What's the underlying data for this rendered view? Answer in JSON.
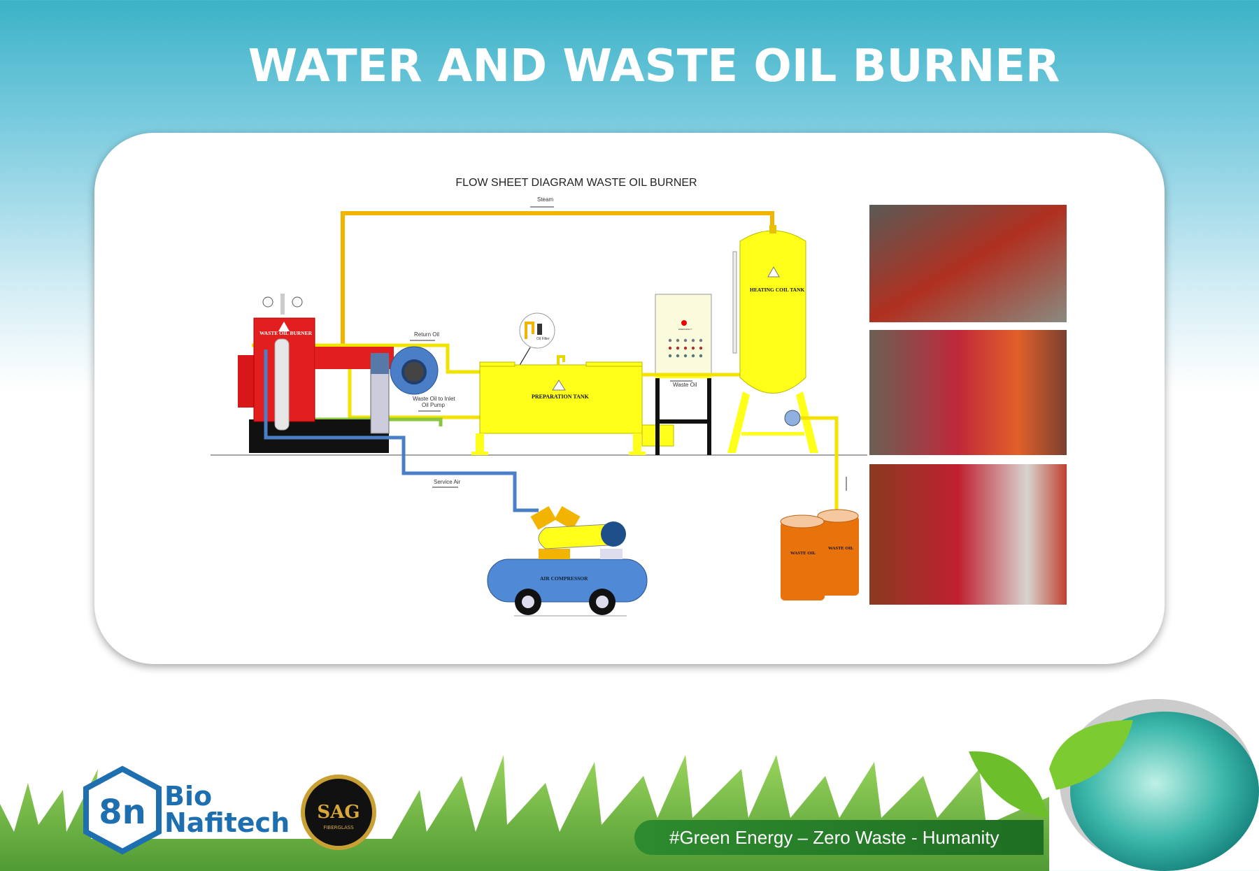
{
  "title": "WATER AND WASTE OIL BURNER",
  "diagram": {
    "title": "FLOW SHEET DIAGRAM WASTE OIL BURNER",
    "labels": {
      "steam": "Steam",
      "return_oil": "Return Oil",
      "oil_filter": "Oil Filter",
      "waste_oil_inlet_1": "Waste Oil to Inlet",
      "waste_oil_inlet_2": "Oil Pump",
      "waste_oil": "Waste Oil",
      "service_air": "Service Air",
      "emergency": "EMERGENCY"
    },
    "equipment": {
      "burner": "WASTE OIL BURNER",
      "prep_tank": "PREPARATION TANK",
      "heating_tank": "HEATING COIL TANK",
      "compressor": "AIR COMPRESSOR",
      "barrel_1": "WASTE OIL",
      "barrel_2": "WASTE OIL"
    },
    "colors": {
      "steam_pipe": "#f2b400",
      "air_pipe": "#4a7fc8",
      "burner": "#e31e1e",
      "tank": "#ffff1a",
      "barrel": "#e8720c"
    }
  },
  "footer": {
    "logo_bio": "Bio",
    "logo_nafitech": "Nafitech",
    "logo_sag": "SAG",
    "logo_sag_sub": "FIBERGLASS",
    "slogan": "#Green Energy – Zero Waste - Humanity"
  }
}
